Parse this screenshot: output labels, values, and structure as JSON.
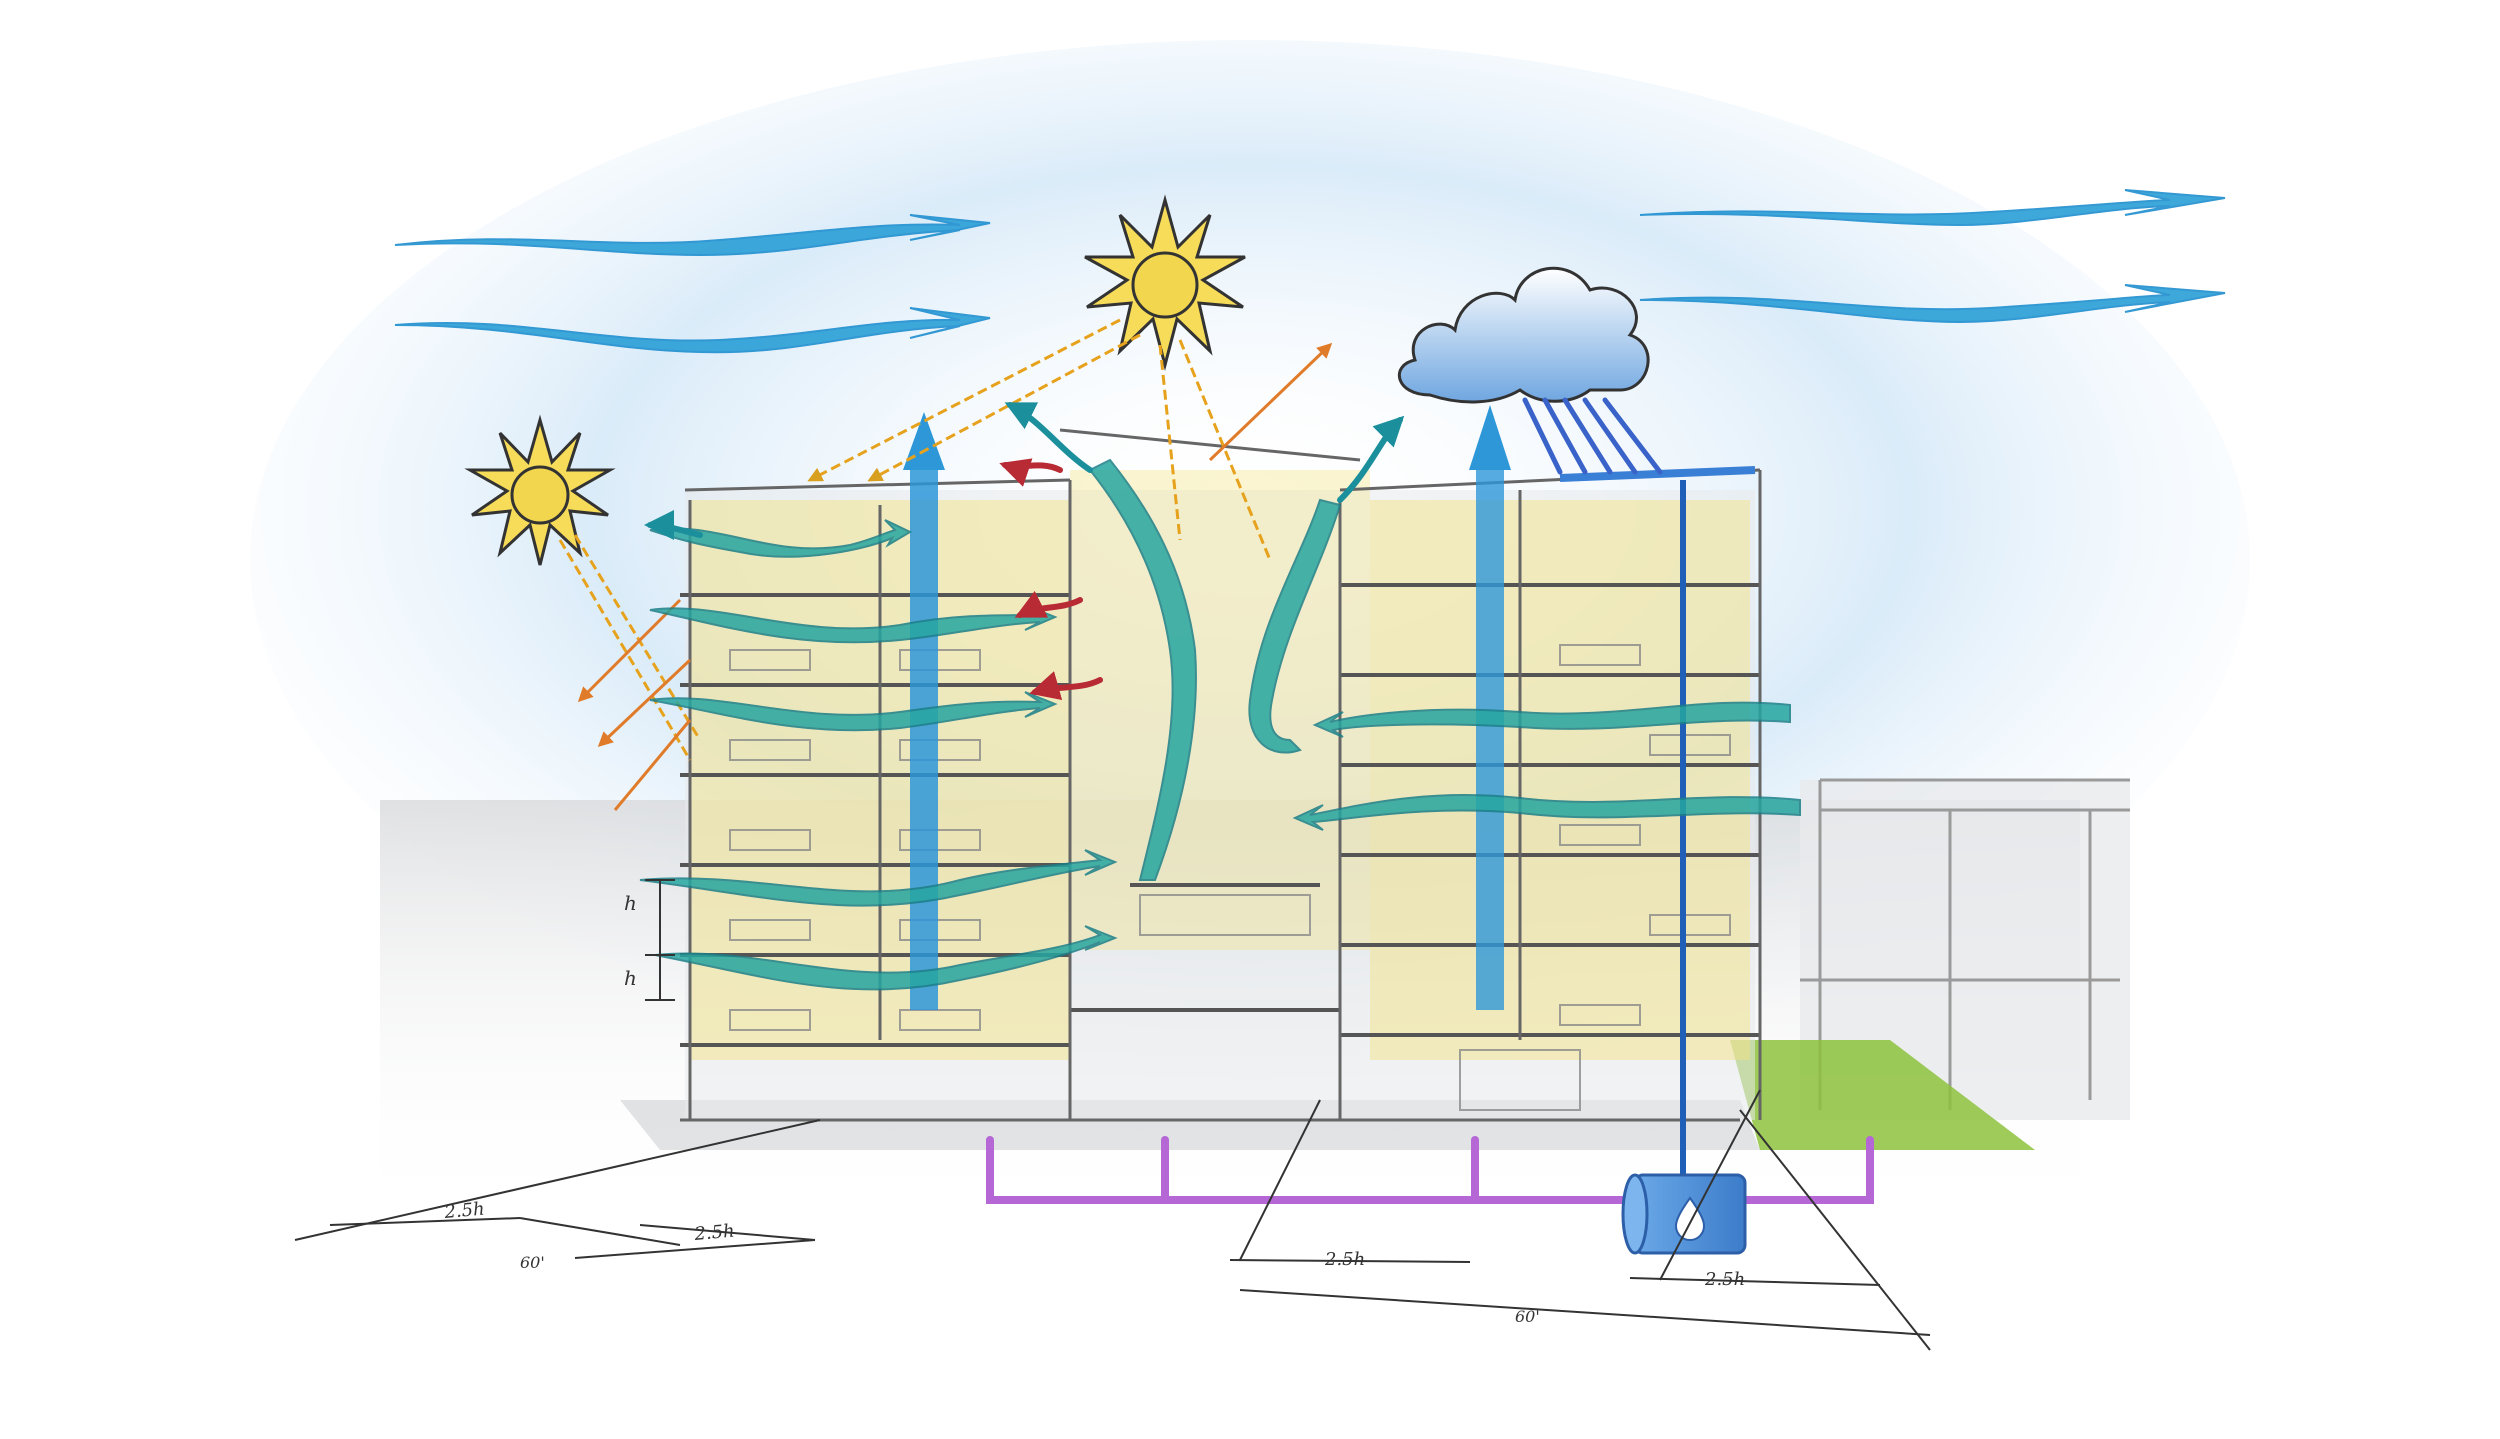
{
  "diagram": {
    "dimensions": {
      "left_module_1": "2.5h",
      "left_module_2": "2.5h",
      "left_total": "60'",
      "right_module_1": "2.5h",
      "right_module_2": "2.5h",
      "right_total": "60'",
      "floor_height_1": "h",
      "floor_height_2": "h"
    }
  },
  "colors": {
    "wind": "#2a9fd6",
    "air_flow": "#26a6a0",
    "warm_exhaust": "#c0303a",
    "sun": "#f2d64e",
    "sun_ray": "#e6a21c",
    "cloud": "#7fb2e6",
    "rain": "#3a63c9",
    "stack_shaft": "#2d97d8",
    "cistern": "#4a8fd8",
    "water_pipe": "#b567d6",
    "daylight": "#f4e27a",
    "green_roof": "#8dc23d"
  },
  "icons": [
    "sun-icon",
    "cloud-icon",
    "water-drop-icon"
  ]
}
